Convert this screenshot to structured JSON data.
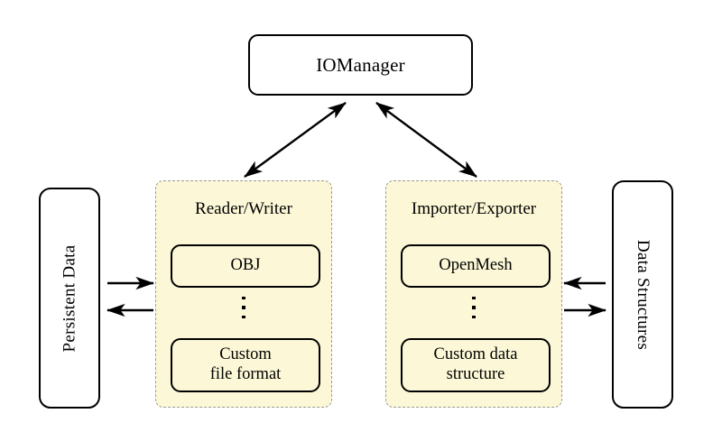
{
  "diagram": {
    "title_node": {
      "label": "IOManager"
    },
    "side_nodes": [
      {
        "id": "persistent-data",
        "label": "Persistent Data",
        "orientation": "bottom-to-top"
      },
      {
        "id": "data-structures",
        "label": "Data Structures",
        "orientation": "top-to-bottom"
      }
    ],
    "groups": [
      {
        "id": "reader-writer",
        "label": "Reader/Writer",
        "items": [
          {
            "id": "obj",
            "label": "OBJ"
          },
          {
            "id": "ellipsis",
            "label": "⋮"
          },
          {
            "id": "custom-file-format",
            "label": "Custom\nfile format",
            "line1": "Custom",
            "line2": "file format"
          }
        ]
      },
      {
        "id": "importer-exporter",
        "label": "Importer/Exporter",
        "items": [
          {
            "id": "openmesh",
            "label": "OpenMesh"
          },
          {
            "id": "ellipsis",
            "label": "⋮"
          },
          {
            "id": "custom-data-structure",
            "label": "Custom data\nstructure",
            "line1": "Custom data",
            "line2": "structure"
          }
        ]
      }
    ],
    "connections": [
      {
        "id": "iomanager-readerwriter",
        "from": "IOManager",
        "to": "Reader/Writer",
        "style": "double-headed"
      },
      {
        "id": "iomanager-importerexporter",
        "from": "IOManager",
        "to": "Importer/Exporter",
        "style": "double-headed"
      },
      {
        "id": "persistentdata-to-readerwriter",
        "from": "Persistent Data",
        "to": "Reader/Writer",
        "style": "single-headed-right"
      },
      {
        "id": "readerwriter-to-persistentdata",
        "from": "Reader/Writer",
        "to": "Persistent Data",
        "style": "single-headed-left"
      },
      {
        "id": "datastructures-to-importerexporter",
        "from": "Data Structures",
        "to": "Importer/Exporter",
        "style": "single-headed-left"
      },
      {
        "id": "importerexporter-to-datastructures",
        "from": "Importer/Exporter",
        "to": "Data Structures",
        "style": "single-headed-right"
      }
    ],
    "colors": {
      "group_fill": "#FCF8D7",
      "group_border": "#9A9A9A",
      "node_border": "#000000",
      "background": "#FFFFFF",
      "text": "#000000"
    }
  }
}
